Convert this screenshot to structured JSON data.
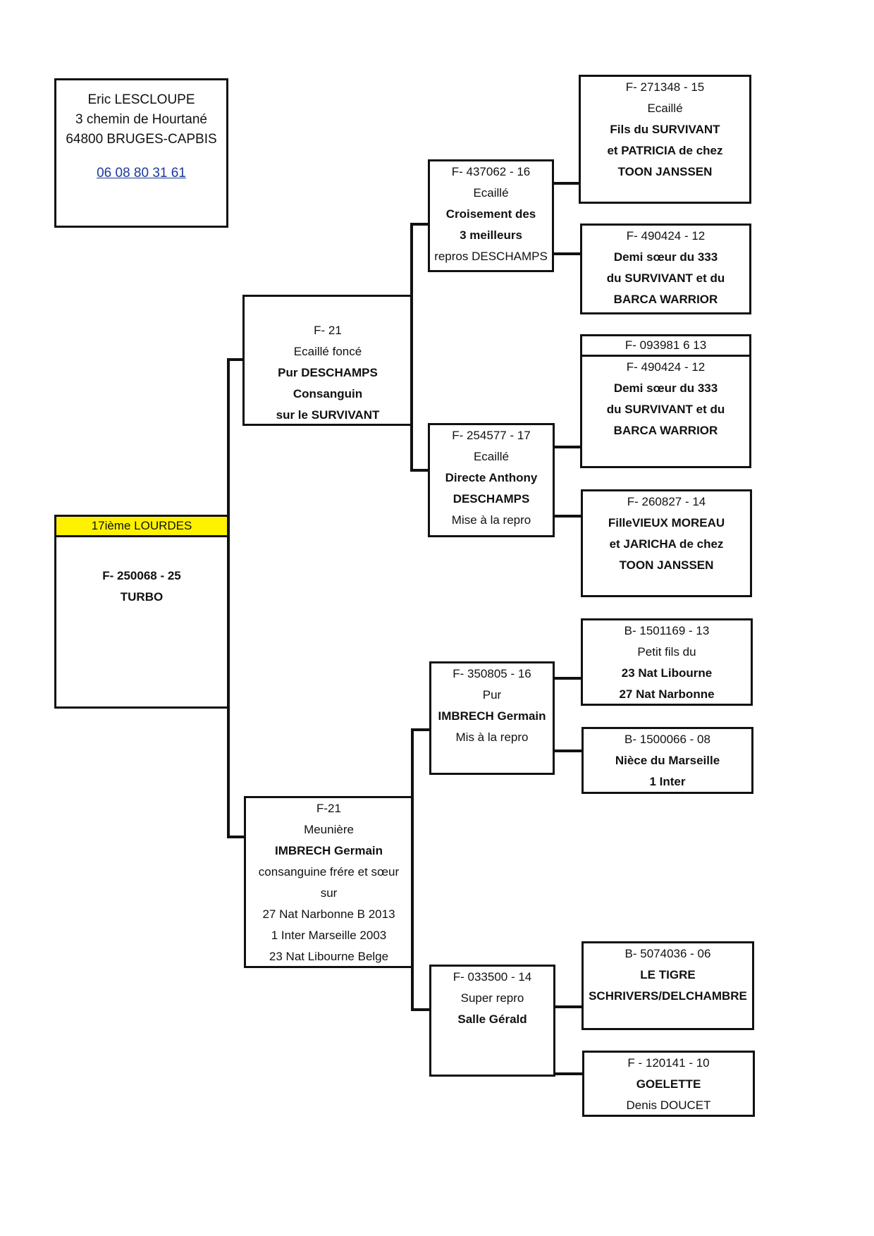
{
  "contact": {
    "name": "Eric LESCLOUPE",
    "street": "3 chemin de Hourtané",
    "city": "64800 BRUGES-CAPBIS",
    "phone": "06 08 80 31 61"
  },
  "subject": {
    "result": "17ième LOURDES",
    "ring": "F- 250068 - 25",
    "name": "TURBO"
  },
  "sire": {
    "lines": [
      {
        "text": "F- 21",
        "bold": false
      },
      {
        "text": "Ecaillé foncé",
        "bold": false
      },
      {
        "text": "Pur DESCHAMPS",
        "bold": true
      },
      {
        "text": "Consanguin",
        "bold": true
      },
      {
        "text": "sur le SURVIVANT",
        "bold": true
      }
    ]
  },
  "dam": {
    "lines": [
      {
        "text": "F-21",
        "bold": false
      },
      {
        "text": "Meunière",
        "bold": false
      },
      {
        "text": "IMBRECH Germain",
        "bold": true
      },
      {
        "text": "consanguine frére et sœur",
        "bold": false
      },
      {
        "text": "sur",
        "bold": false
      },
      {
        "text": "27 Nat Narbonne B 2013",
        "bold": false
      },
      {
        "text": "1 Inter Marseille 2003",
        "bold": false
      },
      {
        "text": "23 Nat Libourne Belge",
        "bold": false
      }
    ]
  },
  "grandparents": {
    "sire_sire": {
      "lines": [
        {
          "text": "F- 437062 - 16",
          "bold": false
        },
        {
          "text": "Ecaillé",
          "bold": false
        },
        {
          "text": "Croisement des",
          "bold": true
        },
        {
          "text": "3 meilleurs",
          "bold": true
        },
        {
          "text": "repros DESCHAMPS",
          "bold": false
        }
      ]
    },
    "sire_dam": {
      "lines": [
        {
          "text": "F- 254577 - 17",
          "bold": false
        },
        {
          "text": "Ecaillé",
          "bold": false
        },
        {
          "text": "Directe Anthony",
          "bold": true
        },
        {
          "text": "DESCHAMPS",
          "bold": true
        },
        {
          "text": "Mise à la repro",
          "bold": false
        }
      ]
    },
    "dam_sire": {
      "lines": [
        {
          "text": "F- 350805 - 16",
          "bold": false
        },
        {
          "text": "Pur",
          "bold": false
        },
        {
          "text": "IMBRECH Germain",
          "bold": true
        },
        {
          "text": "Mis à la repro",
          "bold": false
        }
      ]
    },
    "dam_dam": {
      "lines": [
        {
          "text": "F- 033500 - 14",
          "bold": false
        },
        {
          "text": "Super repro",
          "bold": false
        },
        {
          "text": "Salle Gérald",
          "bold": true
        }
      ]
    }
  },
  "great_grandparents": {
    "ss_sire": {
      "lines": [
        {
          "text": "F- 271348 - 15",
          "bold": false
        },
        {
          "text": "Ecaillé",
          "bold": false
        },
        {
          "text": "Fils du SURVIVANT",
          "bold": true
        },
        {
          "text": "et  PATRICIA de chez",
          "bold": true
        },
        {
          "text": "TOON JANSSEN",
          "bold": true
        }
      ]
    },
    "ss_dam": {
      "lines": [
        {
          "text": "F- 490424 - 12",
          "bold": false
        },
        {
          "text": "Demi sœur  du 333",
          "bold": true
        },
        {
          "text": "du SURVIVANT  et du",
          "bold": true
        },
        {
          "text": "BARCA WARRIOR",
          "bold": true
        }
      ]
    },
    "sd_sire": {
      "header": "F- 093981 6 13",
      "lines": [
        {
          "text": "F- 490424 - 12",
          "bold": false
        },
        {
          "text": "Demi sœur  du 333",
          "bold": true
        },
        {
          "text": "du SURVIVANT  et du",
          "bold": true
        },
        {
          "text": "BARCA WARRIOR",
          "bold": true
        }
      ]
    },
    "sd_dam": {
      "lines": [
        {
          "text": "F- 260827 - 14",
          "bold": false
        },
        {
          "text": "FilleVIEUX MOREAU",
          "bold": true
        },
        {
          "text": "et JARICHA de chez",
          "bold": true
        },
        {
          "text": "TOON JANSSEN",
          "bold": true
        }
      ]
    },
    "ds_sire": {
      "lines": [
        {
          "text": "B- 1501169 - 13",
          "bold": false
        },
        {
          "text": "Petit fils du",
          "bold": false
        },
        {
          "text": "23 Nat Libourne",
          "bold": true
        },
        {
          "text": "27 Nat Narbonne",
          "bold": true
        }
      ]
    },
    "ds_dam": {
      "lines": [
        {
          "text": "B- 1500066 - 08",
          "bold": false
        },
        {
          "text": "Nièce du Marseille",
          "bold": true
        },
        {
          "text": "1 Inter",
          "bold": true
        }
      ]
    },
    "dd_sire": {
      "lines": [
        {
          "text": "B- 5074036 - 06",
          "bold": false
        },
        {
          "text": "LE TIGRE",
          "bold": true
        },
        {
          "text": "SCHRIVERS/DELCHAMBRE",
          "bold": true
        }
      ]
    },
    "dd_dam": {
      "lines": [
        {
          "text": "F - 120141 - 10",
          "bold": false
        },
        {
          "text": "GOELETTE",
          "bold": true
        },
        {
          "text": "Denis DOUCET",
          "bold": false
        }
      ]
    }
  },
  "colors": {
    "highlight": "#fff200",
    "phone_link": "#1a3a9c",
    "line": "#111111"
  }
}
